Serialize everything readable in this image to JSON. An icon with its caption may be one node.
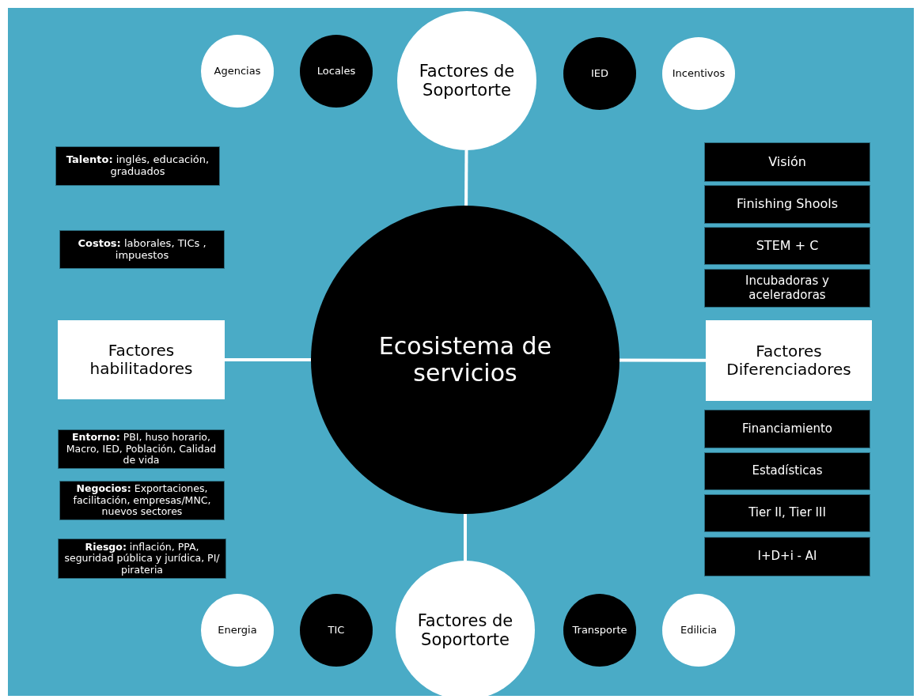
{
  "diagram": {
    "nodes": [
      {
        "text": [
          "Ecosistema de servicios"
        ]
      },
      {
        "text": [
          "Factores de Soportorte"
        ]
      },
      {
        "text": [
          "Agencias"
        ]
      },
      {
        "text": [
          "Locales"
        ]
      },
      {
        "text": [
          "IED"
        ]
      },
      {
        "text": [
          "Incentivos"
        ]
      },
      {
        "text": [
          "**Talento:** inglés, educación, graduados"
        ]
      },
      {
        "text": [
          "**Costos:** laborales, TICs , impuestos"
        ]
      },
      {
        "text": [
          "Factores habilitadores"
        ]
      },
      {
        "text": [
          "**Entorno:** PBI, huso horario, Macro, IED, Población, Calidad de vida"
        ]
      },
      {
        "text": [
          "**Negocios:** Exportaciones, facilitación, empresas/MNC, nuevos sectores"
        ]
      },
      {
        "text": [
          "**Riesgo:** inflación, PPA, seguridad pública y jurídica, PI/ pirateria"
        ]
      },
      {
        "text": [
          "Visión"
        ]
      },
      {
        "text": [
          "Finishing Shools"
        ]
      },
      {
        "text": [
          "STEM + C"
        ]
      },
      {
        "text": [
          "Incubadoras y aceleradoras"
        ]
      },
      {
        "text": [
          "Factores Diferenciadores"
        ]
      },
      {
        "text": [
          "Financiamiento"
        ]
      },
      {
        "text": [
          "Estadísticas"
        ]
      },
      {
        "text": [
          "Tier II, Tier III"
        ]
      },
      {
        "text": [
          "I+D+i - AI"
        ]
      },
      {
        "text": [
          "Factores de Soportorte"
        ]
      },
      {
        "text": [
          "Energia"
        ]
      },
      {
        "text": [
          "TIC"
        ]
      },
      {
        "text": [
          "Transporte"
        ]
      },
      {
        "text": [
          "Edilicia"
        ]
      }
    ],
    "edges": [
      {
        "from": 0,
        "to": 1,
        "arrow": "none"
      },
      {
        "from": 0,
        "to": 8,
        "arrow": "none"
      },
      {
        "from": 0,
        "to": 16,
        "arrow": "none"
      },
      {
        "from": 0,
        "to": 21,
        "arrow": "none"
      }
    ]
  }
}
